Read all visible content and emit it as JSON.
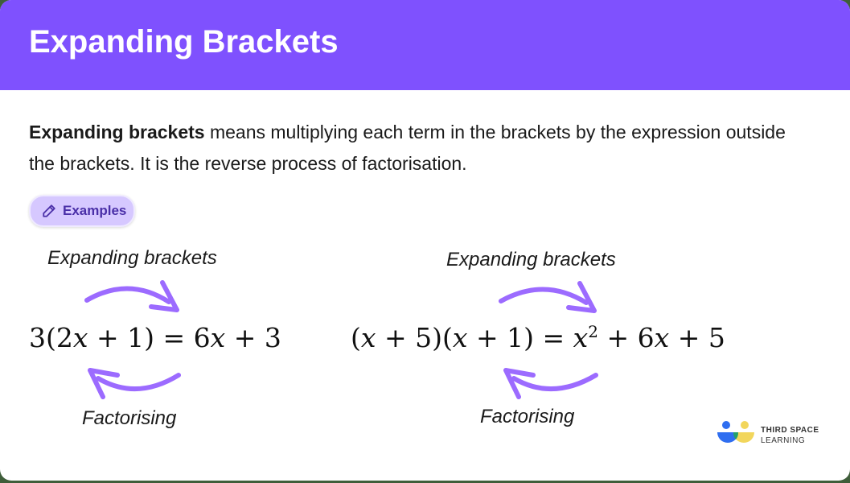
{
  "header": {
    "title": "Expanding Brackets"
  },
  "description": {
    "bold": "Expanding brackets",
    "rest": " means multiplying each term in the brackets by the expression outside the brackets. It is the reverse process of factorisation."
  },
  "examples_badge": {
    "label": "Examples",
    "icon": "pencil-icon"
  },
  "example1": {
    "top_label": "Expanding brackets",
    "equation": "3(2x + 1) = 6x + 3",
    "bottom_label": "Factorising"
  },
  "example2": {
    "top_label": "Expanding brackets",
    "equation": "(x + 5)(x + 1) = x² + 6x + 5",
    "bottom_label": "Factorising"
  },
  "logo": {
    "line1": "THIRD SPACE",
    "line2": "LEARNING"
  },
  "colors": {
    "header": "#7f51fe",
    "arrow": "#9c6bff",
    "badge_bg": "#d6c8ff",
    "badge_text": "#4a2fa8"
  }
}
